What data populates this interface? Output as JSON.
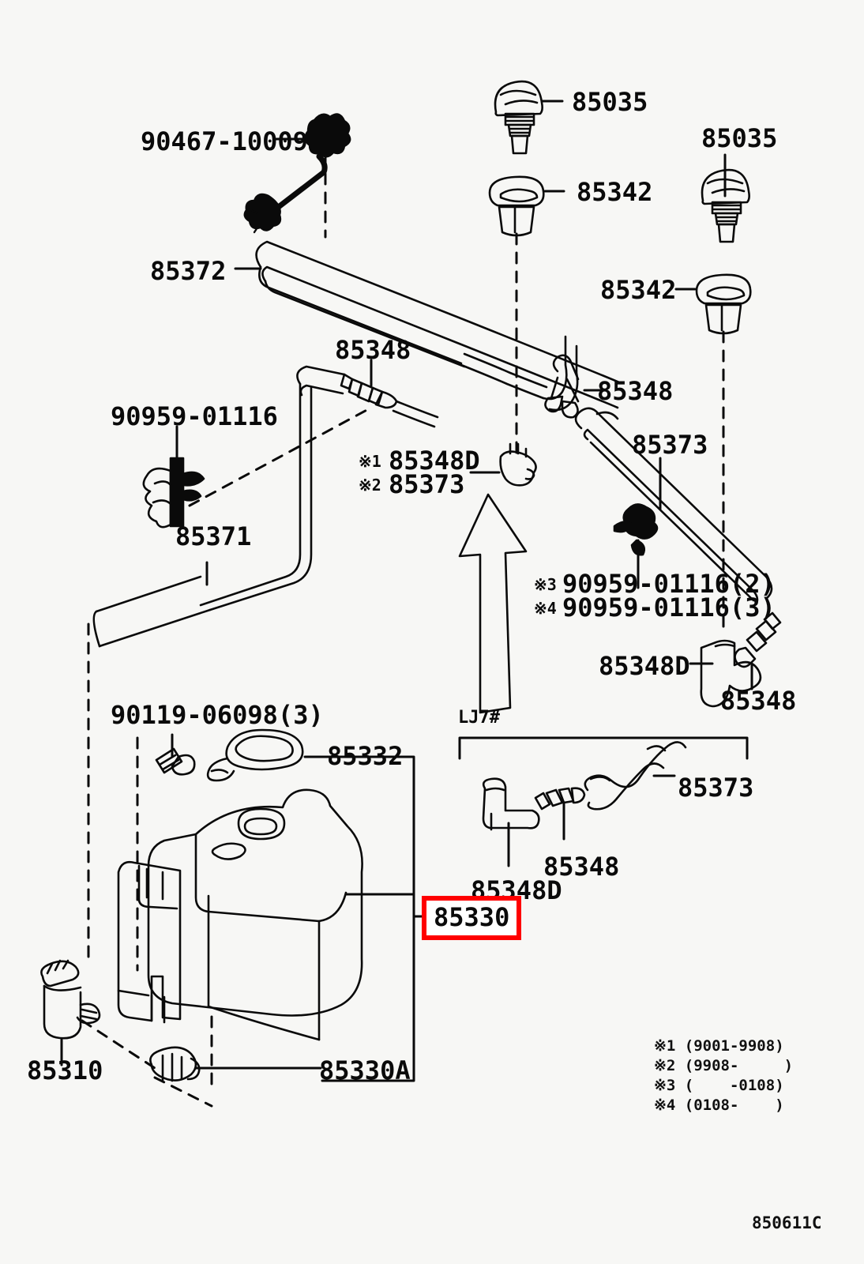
{
  "diagram": {
    "id": "850611C",
    "background": "#f7f7f5",
    "ink": "#0a0a0a",
    "highlight_color": "#FF0000",
    "highlighted_part": "85330",
    "variant_bracket_label": "LJ7#"
  },
  "labels": {
    "clip_hood": "90467-10009",
    "hose_85372": "85372",
    "nozzle_left": "85035",
    "nozzle_right": "85035",
    "grommet_left": "85342",
    "grommet_right": "85342",
    "joint_85348_top": "85348",
    "joint_85348_right": "85348",
    "clip_90959_left": "90959-01116",
    "hose_85371": "85371",
    "ref1_85348D": "85348D",
    "ref2_85373": "85373",
    "hose_85373_right": "85373",
    "ref3_clip": "90959-01116(2)",
    "ref4_clip": "90959-01116(3)",
    "elbow_85348D_right": "85348D",
    "joint_85348_lower_right": "85348",
    "screw_90119": "90119-06098(3)",
    "cap_85332": "85332",
    "tank_85330": "85330",
    "grommet_85330A": "85330A",
    "pump_85310": "85310",
    "sub_elbow_85348D": "85348D",
    "sub_joint_85348": "85348",
    "sub_hose_85373": "85373"
  },
  "marks": {
    "m1": "※1",
    "m2": "※2",
    "m3": "※3",
    "m4": "※4"
  },
  "footnotes": [
    "※1 (9001-9908)",
    "※2 (9908-     )",
    "※3 (    -0108)",
    "※4 (0108-    )"
  ]
}
